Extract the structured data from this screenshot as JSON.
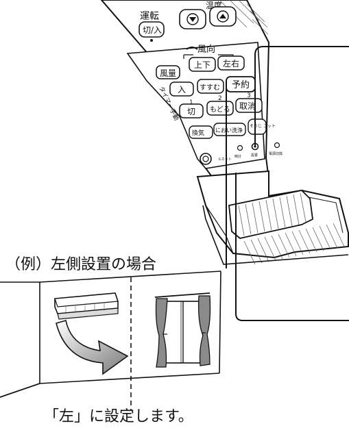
{
  "remote": {
    "top_labels": {
      "unten": "運転",
      "onoff": "切/入",
      "ondo": "温度"
    },
    "fuko_title": "風向",
    "buttons": {
      "furyo": "風量",
      "joge": "上下",
      "sayu": "左右",
      "iri": "入",
      "susumu": "すすむ",
      "yoyaku": "予約",
      "kiri": "切",
      "modoru": "もどる",
      "torikeshi": "取消",
      "sokusu": "換気",
      "nioi": "におい洗浄",
      "sojikit": "そうじ\nコット"
    },
    "timer_label": "タイマー手動",
    "timer_numbers": [
      "1",
      "2",
      "3"
    ],
    "small_labels": [
      "ルカット",
      "時計",
      "設置",
      "電源切換"
    ]
  },
  "example_title": "（例）左側設置の場合",
  "result_caption": "「左」に設定します。"
}
